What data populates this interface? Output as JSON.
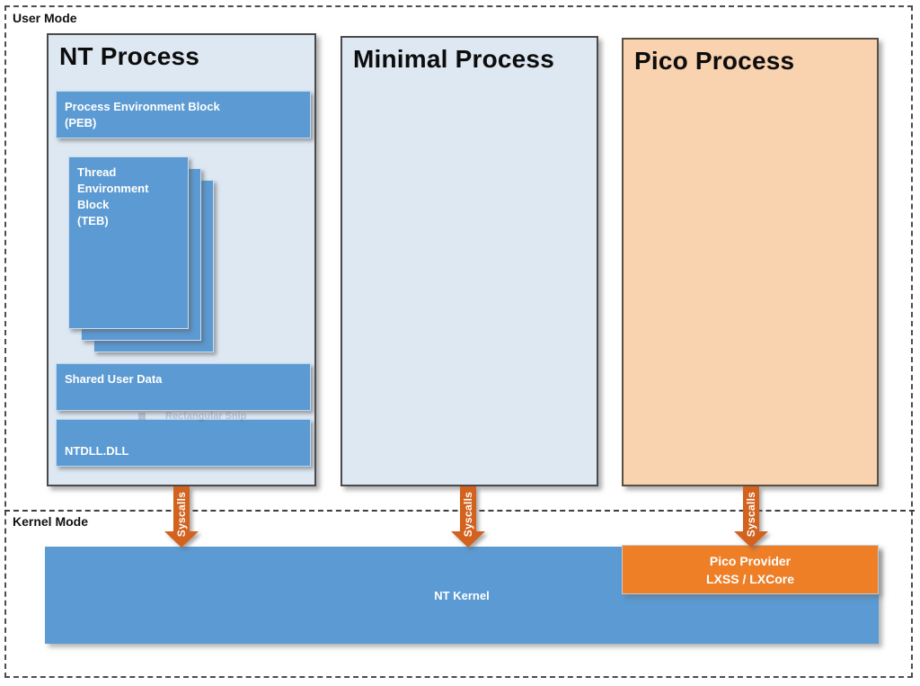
{
  "diagram": {
    "user_mode_label": "User Mode",
    "kernel_mode_label": "Kernel Mode",
    "syscalls_label": "Syscalls",
    "watermark": "Rectangular Snip",
    "processes": {
      "nt": {
        "title": "NT Process",
        "peb": "Process Environment Block\n(PEB)",
        "teb": "Thread\nEnvironment Block\n(TEB)",
        "shared_user_data": "Shared User Data",
        "ntdll": "NTDLL.DLL"
      },
      "minimal": {
        "title": "Minimal Process"
      },
      "pico": {
        "title": "Pico Process"
      }
    },
    "kernel": {
      "nt_kernel": "NT Kernel",
      "pico_provider": "Pico Provider\nLXSS / LXCore"
    },
    "colors": {
      "process_fill_light_blue": "#dde8f3",
      "process_fill_peach": "#f9d2b0",
      "block_blue": "#5b9ad2",
      "arrow_orange": "#d2621d",
      "provider_orange": "#ee7f27",
      "border_dark": "#4a4a4a"
    }
  }
}
